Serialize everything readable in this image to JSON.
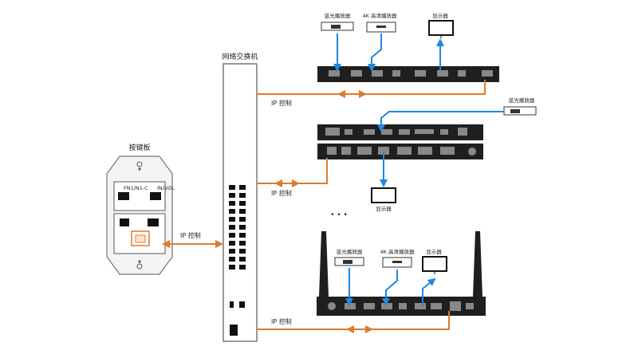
{
  "switch": {
    "label": "网络交换机"
  },
  "keypad": {
    "label": "按键板",
    "port_labels": [
      "FN1/N1-C",
      "",
      "IN/VOL"
    ]
  },
  "links": {
    "ip_control": "IP 控制"
  },
  "device_top": {
    "sources": [
      "蓝光播放器",
      "4K 高清播放器"
    ],
    "display": "显示器"
  },
  "device_mid": {
    "source": "蓝光播放器",
    "display": "显示器"
  },
  "ellipsis": "• • •",
  "device_bottom": {
    "sources": [
      "蓝光播放器",
      "4K 高清播放器"
    ],
    "display": "显示器"
  },
  "colors": {
    "control_line": "#e07a2c",
    "signal_line": "#1e88e5",
    "device_body": "#1f1f1f"
  }
}
